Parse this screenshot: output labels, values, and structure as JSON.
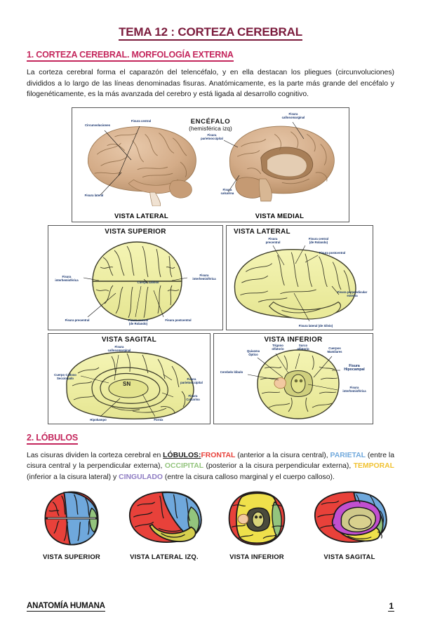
{
  "document": {
    "title": "TEMA 12 : CORTEZA CEREBRAL",
    "footer_left": "ANATOMÍA HUMANA",
    "page_number": "1"
  },
  "sections": [
    {
      "heading": "1. CORTEZA CEREBRAL. MORFOLOGÍA EXTERNA",
      "paragraph": "La corteza cerebral forma el caparazón del telencéfalo, y en ella destacan los pliegues (circunvoluciones) divididos a lo largo de las líneas denominadas fisuras. Anatómicamente, es la parte más grande del encéfalo y filogenéticamente, es la más avanzada del cerebro y está ligada al desarrollo cognitivo."
    },
    {
      "heading": "2. LÓBULOS",
      "paragraph_parts": {
        "p1": "Las cisuras dividen la corteza cerebral en ",
        "lobulos": "LÓBULOS:",
        "frontal": "FRONTAL",
        "p2": " (anterior a la cisura central), ",
        "parietal": "PARIETAL",
        "p3": " (entre la cisura central y la perpendicular externa), ",
        "occipital": "OCCIPITAL",
        "p4": " (posterior a la cisura perpendicular externa), ",
        "temporal": "TEMPORAL",
        "p5": " (inferior a la cisura lateral) y ",
        "cingulado": "CINGULADO",
        "p6": " (entre la cisura calloso marginal y el cuerpo calloso)."
      }
    }
  ],
  "figures": {
    "fig1": {
      "center_title": "ENCÉFALO",
      "center_subtitle": "(hemisférica izq)",
      "captions": [
        "VISTA LATERAL",
        "VISTA MEDIAL"
      ],
      "labels": {
        "circunvoluciones": "Circunvoluciones",
        "fisura_central": "Fisura central",
        "fisura_lateral": "Fisura lateral",
        "fisura_parietooccipital": "Fisura\nparietooccipital",
        "fisura_calcarina": "Fisura\ncalcarina",
        "fisura_callosomarginal": "Fisura\ncallosomarginal"
      }
    },
    "fig_superior": {
      "title": "VISTA SUPERIOR",
      "labels": {
        "interhem_left": "Fisura\ninterhemisférica",
        "interhem_right": "Fisura\ninterhemisférica",
        "cuerpo_calloso": "Cuerpo calloso",
        "precentral": "Fisura precentral",
        "central": "Fisura central\n(de Rolando)",
        "postcentral": "Fisura postcentral"
      }
    },
    "fig_lateral": {
      "title": "VISTA LATERAL",
      "labels": {
        "precentral": "Fisura\nprecentral",
        "central": "Fisura central\n(de Rolando)",
        "postcentral": "Fisura postcentral",
        "perpendicular": "Fisura perpendicular\nexterna",
        "lateral": "Fisura lateral (de Silvio)"
      }
    },
    "fig_sagital": {
      "title": "VISTA SAGITAL",
      "labels": {
        "callosomarginal": "Fisura\ncallosomarginal",
        "cuerpo_calloso": "Cuerpo Calloso\nSeccionado",
        "parietooccipital": "Fisura\nparietooccipital",
        "calcarina": "Fisura\nCalcarina",
        "hipokampo": "Hipokampo",
        "fornix": "Fornix",
        "sn": "SN"
      }
    },
    "fig_inferior": {
      "title": "VISTA INFERIOR",
      "labels": {
        "quiasma": "Quiasma\nÓptico",
        "trigono": "Trígono\nolfatorio",
        "surco": "Surco\nolfatorio",
        "cuerpos": "Cuerpos\nMamilares",
        "cerebelo": "Cerebelo lóbulo",
        "hipocampal": "Fisura\nHipocampal",
        "interhemisferica": "Fisura\ninterhemisférica"
      }
    }
  },
  "lobe_views": [
    {
      "caption": "VISTA SUPERIOR"
    },
    {
      "caption": "VISTA LATERAL IZQ."
    },
    {
      "caption": "VISTA INFERIOR"
    },
    {
      "caption": "VISTA SAGITAL"
    }
  ],
  "colors": {
    "title": "#7B1B3C",
    "heading": "#C4265C",
    "frontal": "#E8413A",
    "parietal": "#6FA8DC",
    "occipital": "#93C47D",
    "temporal": "#F1C232",
    "cingulado": "#8E7CC3",
    "brain_tan": "#d9b391",
    "brain_yellow": "#eeee9c"
  }
}
